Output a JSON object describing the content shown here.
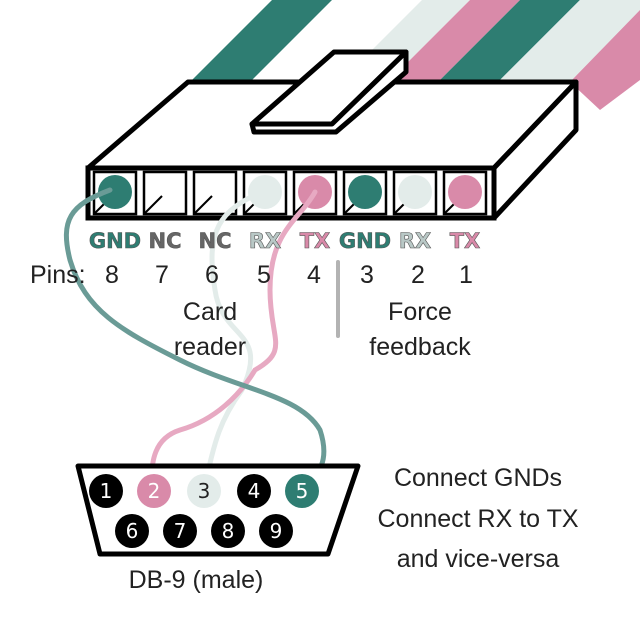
{
  "colors": {
    "gnd": "#2e7d72",
    "rx": "#e3ecea",
    "tx": "#d98aa9",
    "black": "#000000",
    "wire_gnd": "#6a9b96",
    "wire_rx": "#e3ecea",
    "wire_tx": "#e7a9c2",
    "nc_label": "#666666",
    "rx_label": "#b9c8c6"
  },
  "connector": {
    "pin_labels": [
      "GND",
      "NC",
      "NC",
      "RX",
      "TX",
      "GND",
      "RX",
      "TX"
    ],
    "pins_prefix": "Pins:",
    "pin_numbers": [
      "8",
      "7",
      "6",
      "5",
      "4",
      "3",
      "2",
      "1"
    ],
    "group_left": [
      "Card",
      "reader"
    ],
    "group_right": [
      "Force",
      "feedback"
    ]
  },
  "db9": {
    "row1": [
      "1",
      "2",
      "3",
      "4",
      "5"
    ],
    "row2": [
      "6",
      "7",
      "8",
      "9"
    ],
    "caption": "DB-9 (male)"
  },
  "instructions": [
    "Connect GNDs",
    "Connect RX to TX",
    "and vice-versa"
  ]
}
